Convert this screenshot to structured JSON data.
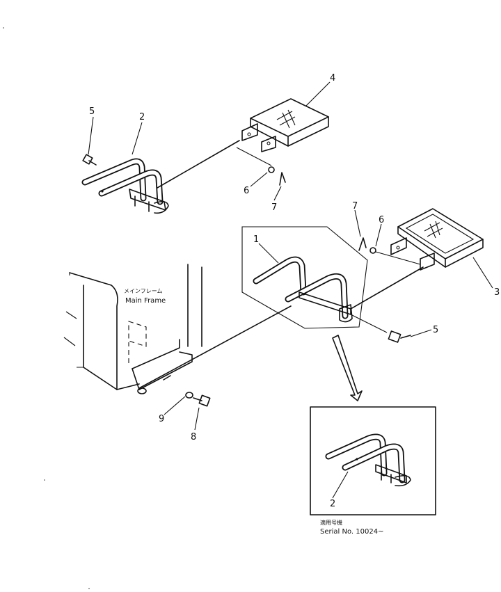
{
  "diagram": {
    "callouts": {
      "c1": "1",
      "c2a": "2",
      "c2b": "2",
      "c3": "3",
      "c4": "4",
      "c5a": "5",
      "c5b": "5",
      "c6a": "6",
      "c6b": "6",
      "c7a": "7",
      "c7b": "7",
      "c8": "8",
      "c9": "9"
    },
    "main_frame_label_jp": "メインフレーム",
    "main_frame_label": "Main Frame",
    "serial_label_jp": "適用号機",
    "serial_label": "Serial No. 10024~"
  }
}
